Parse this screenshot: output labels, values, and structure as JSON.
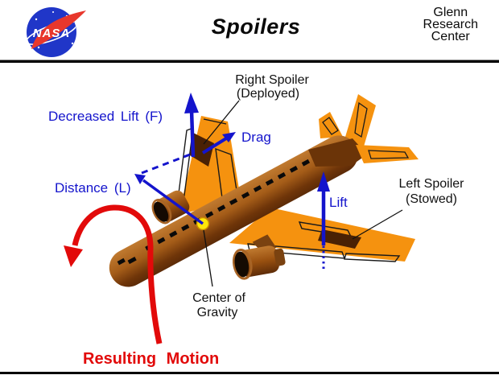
{
  "header": {
    "logo_text": "NASA",
    "title": "Spoilers",
    "org": "Glenn\nResearch\nCenter"
  },
  "labels": {
    "right_spoiler_1": "Right Spoiler",
    "right_spoiler_2": "(Deployed)",
    "decreased_lift": "Decreased Lift (F)",
    "drag": "Drag",
    "distance": "Distance (L)",
    "left_spoiler_1": "Left Spoiler",
    "left_spoiler_2": "(Stowed)",
    "lift": "Lift",
    "center_of_gravity_1": "Center of",
    "center_of_gravity_2": "Gravity",
    "resulting_motion": "Resulting Motion"
  },
  "colors": {
    "label_blue": "#1414CC",
    "label_red": "#E20A0A",
    "label_black": "#111111",
    "wing_orange": "#F5920F",
    "fuselage_brown": "#A45C18",
    "spoiler_dark_brown": "#4A2104",
    "tailcone_brown": "#6B3408",
    "cg_yellow": "#FFE60A",
    "nasa_blue": "#2036C8",
    "nasa_red": "#E8372C"
  }
}
